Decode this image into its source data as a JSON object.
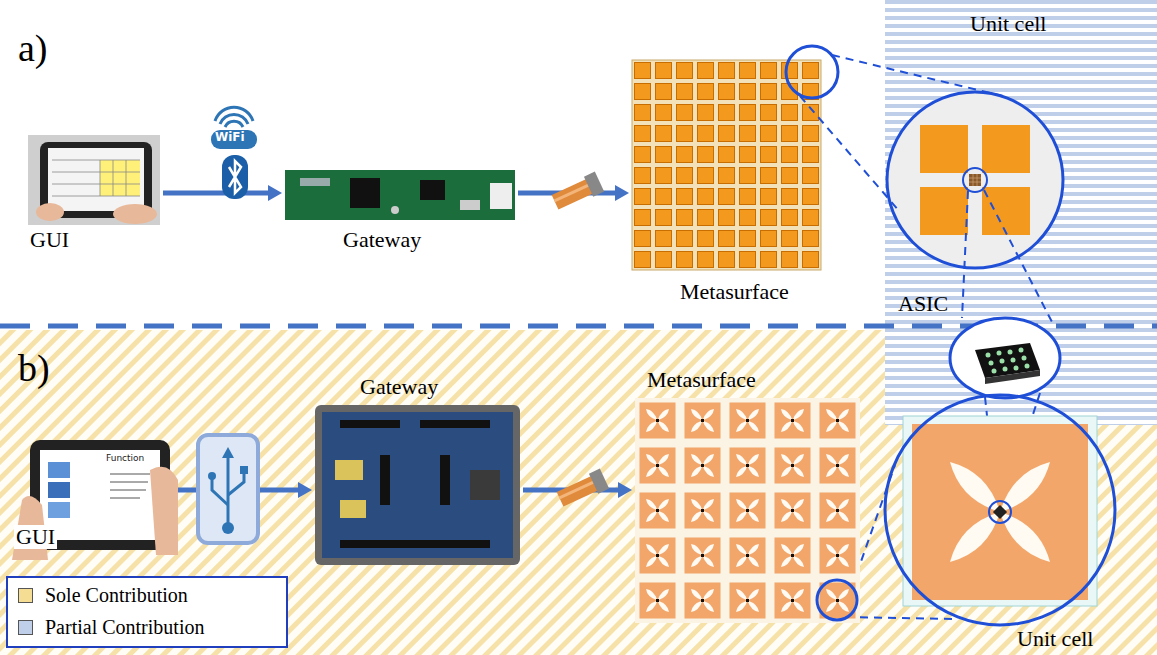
{
  "diagram": {
    "nodes": [
      {
        "text": [
          "GUI"
        ]
      },
      {
        "text": [
          "Gateway"
        ]
      },
      {
        "text": [
          "Metasurface"
        ]
      },
      {
        "text": [
          "Unit cell"
        ]
      },
      {
        "text": [
          "ASIC"
        ]
      },
      {
        "text": [
          "GUI"
        ]
      },
      {
        "text": [
          "Gateway"
        ]
      },
      {
        "text": [
          "Metasurface"
        ]
      },
      {
        "text": [
          "Unit cell"
        ]
      }
    ],
    "edges": [
      {
        "from": 0,
        "to": 1,
        "arrow": "to"
      },
      {
        "from": 1,
        "to": 2,
        "arrow": "to"
      },
      {
        "from": 5,
        "to": 6,
        "arrow": "to"
      },
      {
        "from": 6,
        "to": 7,
        "arrow": "to"
      }
    ],
    "labels": [
      "a)",
      "WiFi",
      "b)",
      "Function"
    ],
    "legend": [
      {
        "text": "Sole Contribution",
        "color": "#f6dd94"
      },
      {
        "text": "Partial Contribution",
        "color": "#bfcfea"
      }
    ]
  }
}
